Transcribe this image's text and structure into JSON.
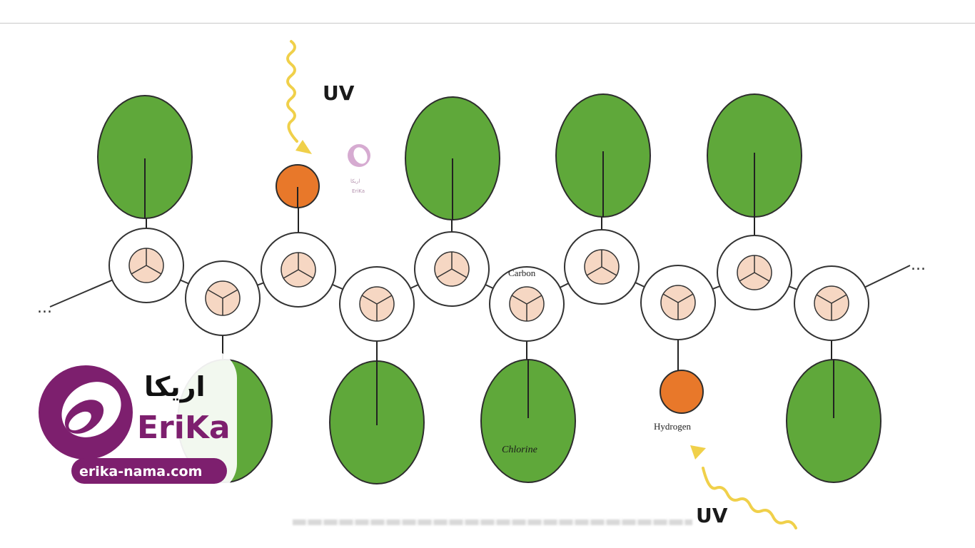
{
  "diagram": {
    "uv_label_top": "UV",
    "uv_label_bottom": "UV",
    "ellipsis_left": "...",
    "ellipsis_right": "...",
    "carbon_label": "Carbon",
    "chlorine_label": "Chlorine",
    "hydrogen_label": "Hydrogen",
    "colors": {
      "chlorine_fill": "#5fa83a",
      "hydrogen_fill": "#e8782a",
      "carbon_fill": "#f6d7c3",
      "uv_arrow": "#f0d04a",
      "brand_purple": "#7d1f6e"
    }
  },
  "watermark": {
    "name_fa": "اریکا",
    "name_en": "EriKa",
    "url": "erika-nama.com",
    "icon": "erika-logo-icon"
  }
}
